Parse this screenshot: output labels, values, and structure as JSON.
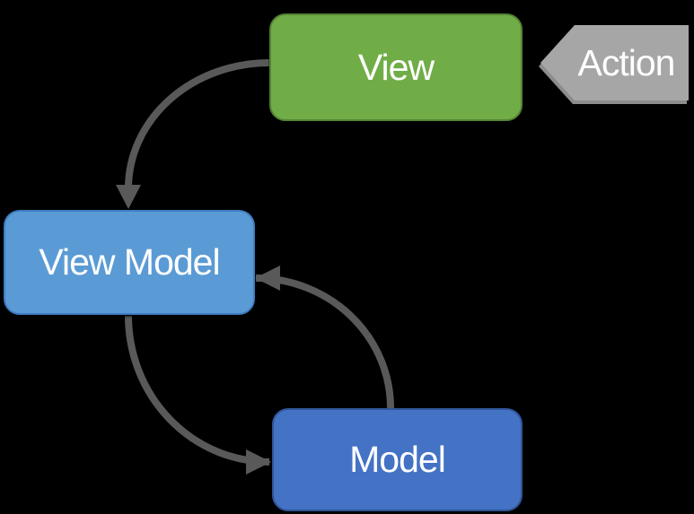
{
  "diagram": {
    "pattern": "MVVM",
    "nodes": {
      "view": {
        "label": "View",
        "fill": "#70AD47",
        "border": "#548235",
        "text_color": "#FFFFFF",
        "shape": "rounded-rectangle"
      },
      "view_model": {
        "label": "View Model",
        "fill": "#5B9BD5",
        "border": "#3E7DC2",
        "text_color": "#FFFFFF",
        "shape": "rounded-rectangle"
      },
      "model": {
        "label": "Model",
        "fill": "#4472C4",
        "border": "#2F5597",
        "text_color": "#FFFFFF",
        "shape": "rounded-rectangle"
      },
      "action": {
        "label": "Action",
        "fill": "#A6A6A6",
        "shadow": "#8C8C8C",
        "text_color": "#FFFFFF",
        "shape": "left-pointing-pentagon"
      }
    },
    "edges": [
      {
        "from": "view",
        "to": "view_model",
        "style": "curved-arrow"
      },
      {
        "from": "view_model",
        "to": "model",
        "style": "curved-arrow"
      },
      {
        "from": "model",
        "to": "view_model",
        "style": "curved-arrow"
      }
    ],
    "colors": {
      "background": "#000000",
      "arrow": "#595959"
    }
  }
}
